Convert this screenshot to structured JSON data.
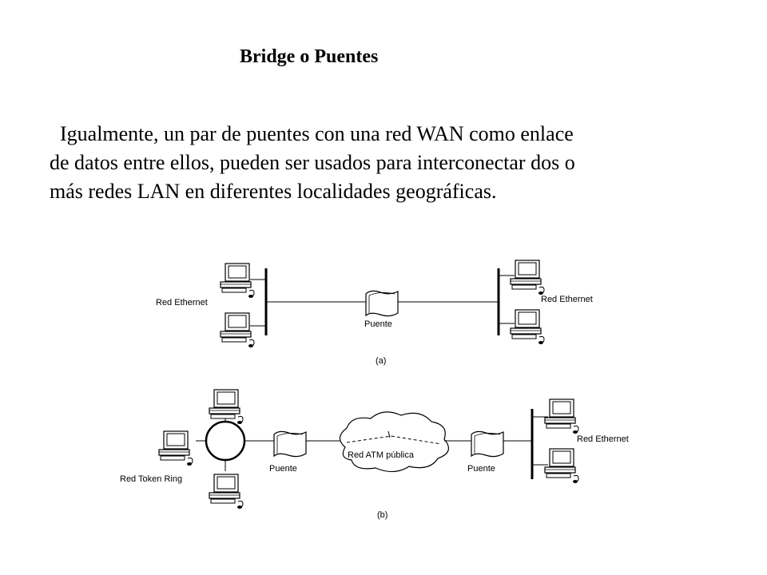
{
  "title": "Bridge o Puentes",
  "paragraph": [
    "  Igualmente, un par de puentes con una red WAN como enlace",
    "de datos entre ellos, pueden ser usados para interconectar dos o",
    "más redes LAN en diferentes localidades geográficas."
  ],
  "diagram_a": {
    "left_label": "Red Ethernet",
    "right_label": "Red Ethernet",
    "bridge_label": "Puente",
    "caption": "(a)"
  },
  "diagram_b": {
    "ring_label": "Red Token Ring",
    "bridge_left_label": "Puente",
    "cloud_label": "Red ATM pública",
    "bridge_right_label": "Puente",
    "right_label": "Red Ethernet",
    "caption": "(b)"
  }
}
